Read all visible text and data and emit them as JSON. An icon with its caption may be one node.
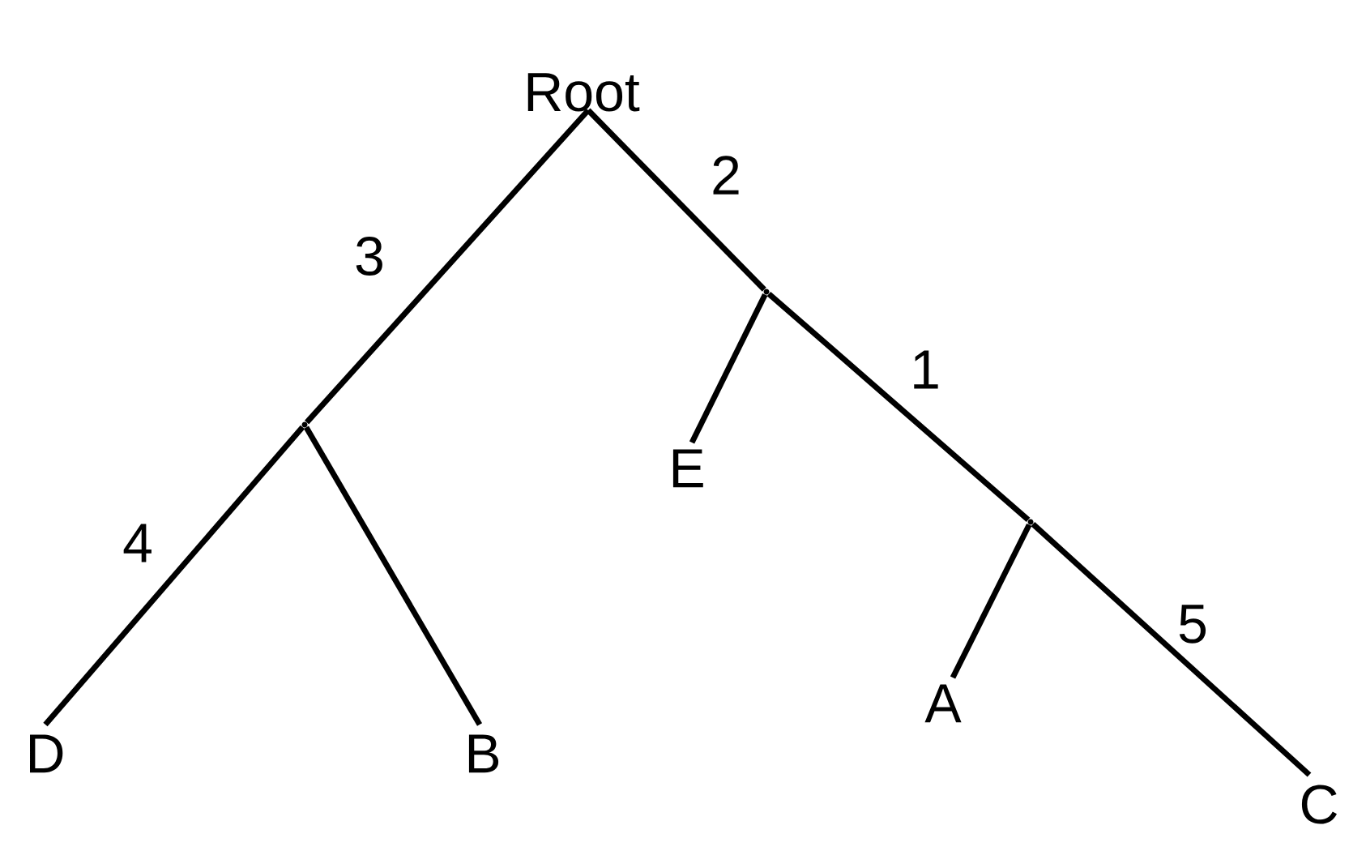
{
  "diagram": {
    "nodes": [
      {
        "text": [
          "Root"
        ]
      },
      {
        "text": [],
        "shape": "point"
      },
      {
        "text": [],
        "shape": "point"
      },
      {
        "text": [],
        "shape": "point"
      },
      {
        "text": [
          "D"
        ]
      },
      {
        "text": [
          "B"
        ]
      },
      {
        "text": [
          "E"
        ]
      },
      {
        "text": [
          "A"
        ]
      },
      {
        "text": [
          "C"
        ]
      }
    ],
    "edges": [
      {
        "from": 0,
        "to": 1,
        "arrow": "none",
        "label": "3"
      },
      {
        "from": 0,
        "to": 2,
        "arrow": "none",
        "label": "2"
      },
      {
        "from": 1,
        "to": 4,
        "arrow": "none",
        "label": "4"
      },
      {
        "from": 1,
        "to": 5,
        "arrow": "none"
      },
      {
        "from": 2,
        "to": 6,
        "arrow": "none"
      },
      {
        "from": 2,
        "to": 3,
        "arrow": "none",
        "label": "1"
      },
      {
        "from": 3,
        "to": 7,
        "arrow": "none"
      },
      {
        "from": 3,
        "to": 8,
        "arrow": "none",
        "label": "5"
      }
    ]
  }
}
